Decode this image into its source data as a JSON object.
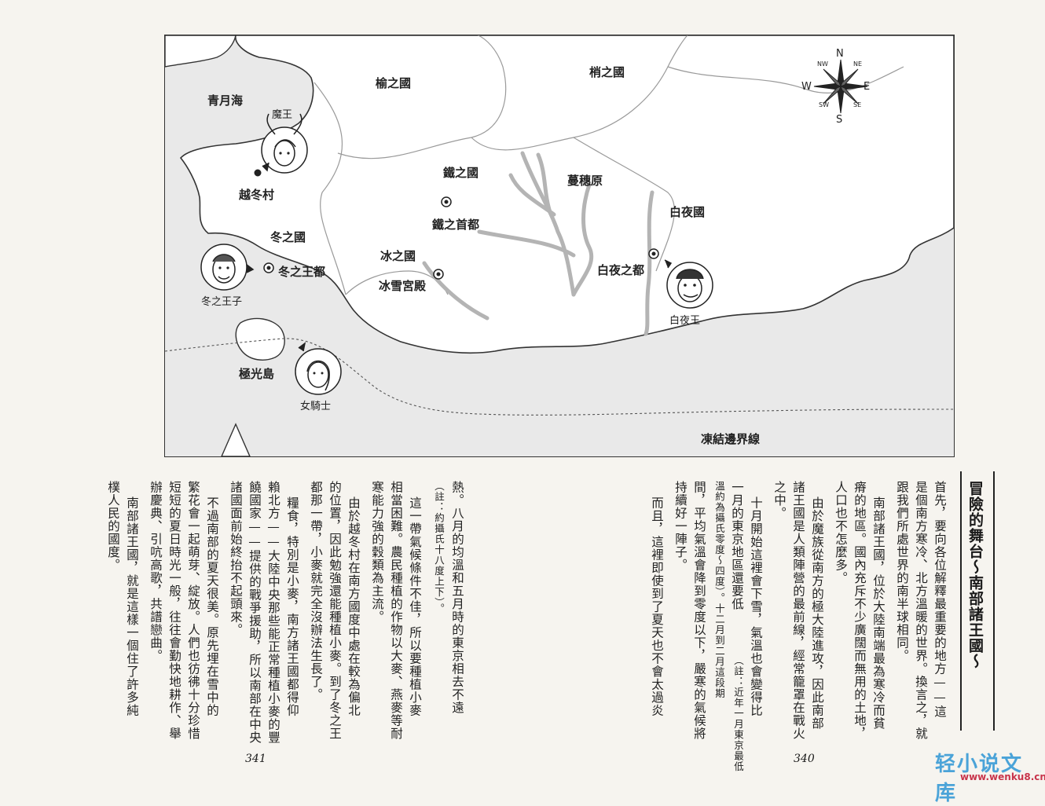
{
  "map": {
    "regions": {
      "blue_moon_sea": "青月海",
      "yu_kingdom": "榆之國",
      "shao_kingdom": "梢之國",
      "iron_kingdom": "鐵之國",
      "vine_plain": "蔓穗原",
      "white_night_kingdom": "白夜國",
      "winter_kingdom": "冬之國",
      "ice_kingdom": "冰之國",
      "aurora_island": "極光島",
      "frozen_border": "凍結邊界線"
    },
    "places": {
      "winter_village": "越冬村",
      "iron_capital": "鐵之首都",
      "winter_royal_capital": "冬之王都",
      "ice_palace": "冰雪宮殿",
      "white_night_capital": "白夜之都"
    },
    "characters": {
      "demon_king": "魔王",
      "winter_prince": "冬之王子",
      "female_knight": "女騎士",
      "white_night_king": "白夜王"
    },
    "compass": {
      "n": "N",
      "e": "E",
      "s": "S",
      "w": "W",
      "ne": "NE",
      "se": "SE",
      "sw": "SW",
      "nw": "NW"
    }
  },
  "page_340": {
    "heading": "冒險的舞台〜南部諸王國〜",
    "paragraphs": [
      "首先，要向各位解釋最重要的地方——這",
      "是個南方寒冷、北方溫暖的世界。換言之，就",
      "跟我們所處世界的南半球相同。",
      "南部諸王國，位於大陸南端最為寒冷而貧",
      "瘠的地區。國內充斥不少廣闊而無用的土地，",
      "人口也不怎麼多。",
      "由於魔族從南方的極大陸進攻，因此南部",
      "諸王國是人類陣營的最前線，經常籠罩在戰火",
      "之中。",
      "十月開始這裡會下雪，氣溫也會變得比",
      "一月的東京地區還要低",
      "溫約為攝氏零度〜四度）。十二月到二月這段期",
      "間，平均氣溫會降到零度以下，嚴寒的氣候將",
      "持續好一陣子。",
      "而且，這裡即使到了夏天也不會太過炎"
    ],
    "note_inline": "（註：近年一月東京最低",
    "page_number": "340"
  },
  "page_341": {
    "paragraphs": [
      "熱。八月的均溫和五月時的東京相去不遠",
      "（註：約攝氏十八度上下）。",
      "這一帶氣候條件不佳，所以要種植小麥",
      "相當困難。農民種植的作物以大麥、燕麥等耐",
      "寒能力強的穀類為主流。",
      "由於越冬村在南方國度中處在較為偏北",
      "的位置，因此勉強還能種植小麥。到了冬之王",
      "都那一帶，小麥就完全沒辦法生長了。",
      "糧食，特別是小麥，南方諸王國都得仰",
      "賴北方——大陸中央那些能正常種植小麥的豐",
      "饒國家——提供的戰爭援助，所以南部在中央",
      "諸國面前始終抬不起頭來。",
      "不過南部的夏天很美。原先埋在雪中的",
      "繁花會一起萌芽、綻放。人們也彷彿十分珍惜",
      "短短的夏日時光一般，往往會勤快地耕作、舉",
      "辦慶典、引吭高歌，共譜戀曲。",
      "南部諸王國，就是這樣一個住了許多純",
      "樸人民的國度。"
    ],
    "page_number": "341"
  },
  "watermark": {
    "logo": "轻小说文库",
    "url": "www.wenku8.cn"
  },
  "colors": {
    "land": "#ffffff",
    "sea": "#e9e9e9",
    "ink": "#222222",
    "watermark_blue": "#4aa3d8",
    "watermark_red": "#c8344b"
  }
}
